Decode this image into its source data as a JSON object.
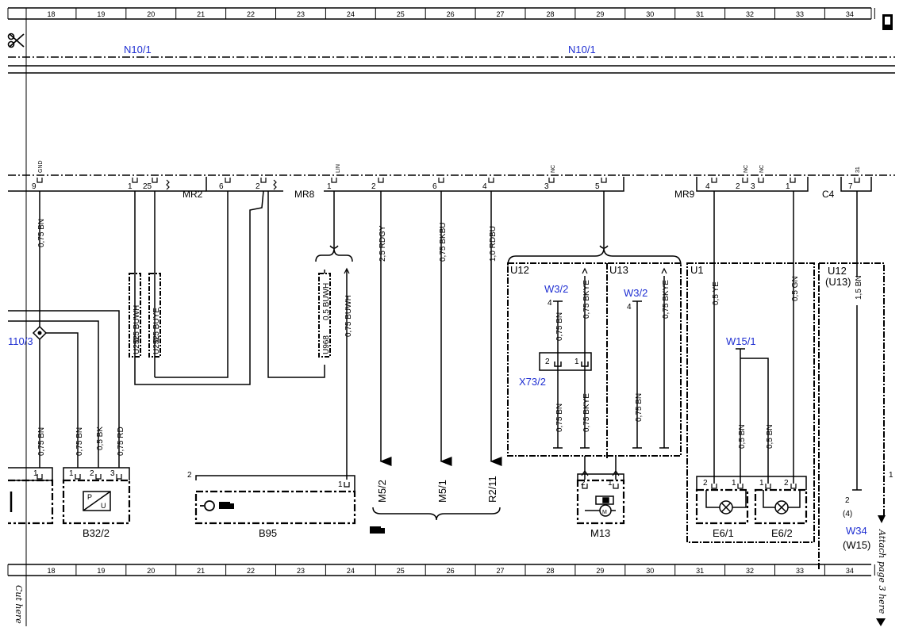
{
  "grid": {
    "columns": [
      "18",
      "19",
      "20",
      "21",
      "22",
      "23",
      "24",
      "25",
      "26",
      "27",
      "28",
      "29",
      "30",
      "31",
      "32",
      "33",
      "34"
    ]
  },
  "cut_label": "Cut here",
  "join_label": "Attach page 3 here",
  "harness_labels": {
    "left": "N10/1",
    "right": "N10/1"
  },
  "connectors": {
    "mr2": "MR2",
    "mr8": "MR8",
    "mr9": "MR9",
    "c4": "C4"
  },
  "pins_top": {
    "p9": "9",
    "p1a": "1",
    "p25": "25",
    "p6": "6",
    "p2a": "2",
    "p1b": "1",
    "p2b": "2",
    "p6b": "6",
    "p4": "4",
    "p3": "3",
    "p5": "5",
    "p4b": "4",
    "p2c": "2",
    "p3b": "3",
    "p1c": "1",
    "p7": "7"
  },
  "pin_tags": {
    "gnd": "GND",
    "lin": "LIN",
    "nc1": "NC",
    "nc2": "NC",
    "nc3": "NC",
    "t31": "31"
  },
  "wires": {
    "w_gnd": "0,75 BN",
    "w_buwh1": "0,5 BUWH",
    "w_buye": "0,5 BUYE",
    "w_buwh2": "0,5 BUWH",
    "w_buwh3": "0,75 BUWH",
    "w_rdgy": "2,5 RDGY",
    "w_bkbu": "0,75 BKBU",
    "w_rdbu": "1,0 RDBU",
    "w_ye": "0,5 YE",
    "w_gn": "0,5 GN",
    "w_bn15": "1,5 BN",
    "w_bn_u12": "0,75 BN",
    "w_bkye_u12": "0,75 BKYE",
    "w_bkye_u13": "0,75 BKYE",
    "w_bn_x73": "0,75 BN",
    "w_bkye_x73": "0,75 BKYE",
    "w_bn_u13": "0,75 BN",
    "w_bn_e61": "0,5 BN",
    "w_bn_e62": "0,5 BN",
    "w_b32_bn1": "0,75 BN",
    "w_b32_bn2": "0,75 BN",
    "w_b32_bk": "0,5 BK",
    "w_b32_rd": "0,75 RD"
  },
  "splices": {
    "u252a": "U252",
    "u252b": "U252",
    "u968": "U968"
  },
  "blue_refs": {
    "z110": "110/3",
    "w32a": "W3/2",
    "w32b": "W3/2",
    "x732": "X73/2",
    "w151": "W15/1",
    "w34": "W34"
  },
  "options": {
    "u12": "U12",
    "u13": "U13",
    "u1": "U1",
    "u12b": "U12",
    "u13b": "(U13)",
    "w15": "(W15)",
    "four": "(4)"
  },
  "small_nums": {
    "n4a": "4",
    "n4b": "4",
    "x73p2": "2",
    "x73p1": "1",
    "b95p2": "2",
    "b95p1": "1",
    "m13p2": "2",
    "m13p1": "1",
    "e61p2": "2",
    "e61p1": "1",
    "e62p1": "1",
    "e62p2": "2",
    "w34n2": "2",
    "right1": "1",
    "b32p1": "1",
    "b32p2": "2",
    "b32p3": "3",
    "leftp1": "1"
  },
  "components": {
    "b322": "B32/2",
    "b95": "B95",
    "m13": "M13",
    "e61": "E6/1",
    "e62": "E6/2",
    "m52": "M5/2",
    "m51": "M5/1",
    "r211": "R2/11",
    "pu_p": "P",
    "pu_u": "U",
    "m": "M"
  },
  "colors": {
    "line": "#000000",
    "ref_blue": "#1f2fd2",
    "paper": "#ffffff"
  }
}
